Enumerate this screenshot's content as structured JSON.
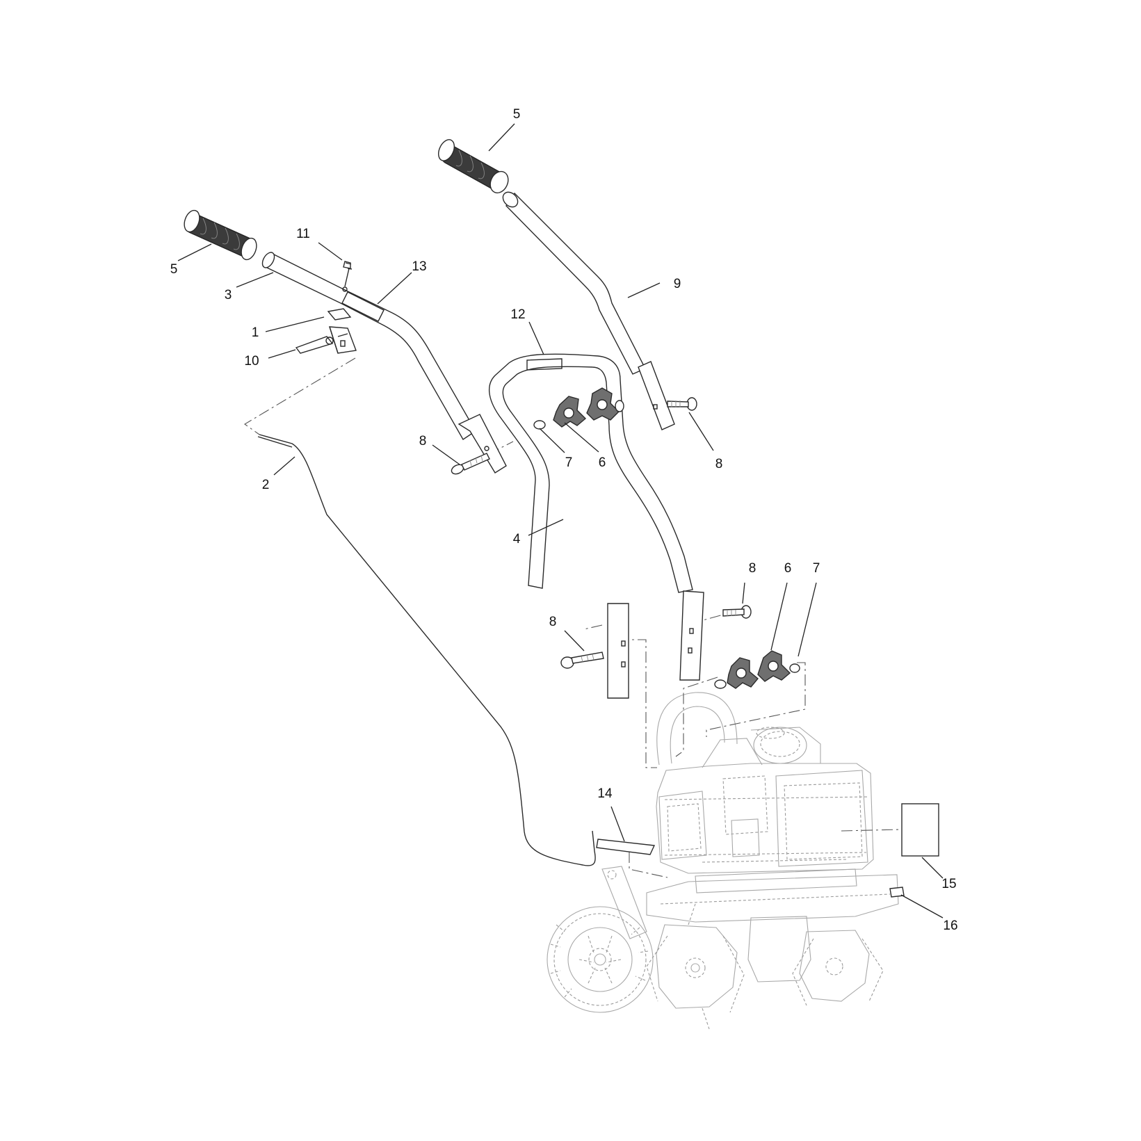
{
  "callouts": [
    {
      "id": "c-5a",
      "number": "5"
    },
    {
      "id": "c-5b",
      "number": "5"
    },
    {
      "id": "c-11",
      "number": "11"
    },
    {
      "id": "c-13",
      "number": "13"
    },
    {
      "id": "c-3",
      "number": "3"
    },
    {
      "id": "c-1",
      "number": "1"
    },
    {
      "id": "c-10",
      "number": "10"
    },
    {
      "id": "c-9",
      "number": "9"
    },
    {
      "id": "c-12",
      "number": "12"
    },
    {
      "id": "c-8a",
      "number": "8"
    },
    {
      "id": "c-7a",
      "number": "7"
    },
    {
      "id": "c-6a",
      "number": "6"
    },
    {
      "id": "c-8b",
      "number": "8"
    },
    {
      "id": "c-2",
      "number": "2"
    },
    {
      "id": "c-4",
      "number": "4"
    },
    {
      "id": "c-8c",
      "number": "8"
    },
    {
      "id": "c-6b",
      "number": "6"
    },
    {
      "id": "c-7b",
      "number": "7"
    },
    {
      "id": "c-8d",
      "number": "8"
    },
    {
      "id": "c-14",
      "number": "14"
    },
    {
      "id": "c-15",
      "number": "15"
    },
    {
      "id": "c-16",
      "number": "16"
    }
  ]
}
